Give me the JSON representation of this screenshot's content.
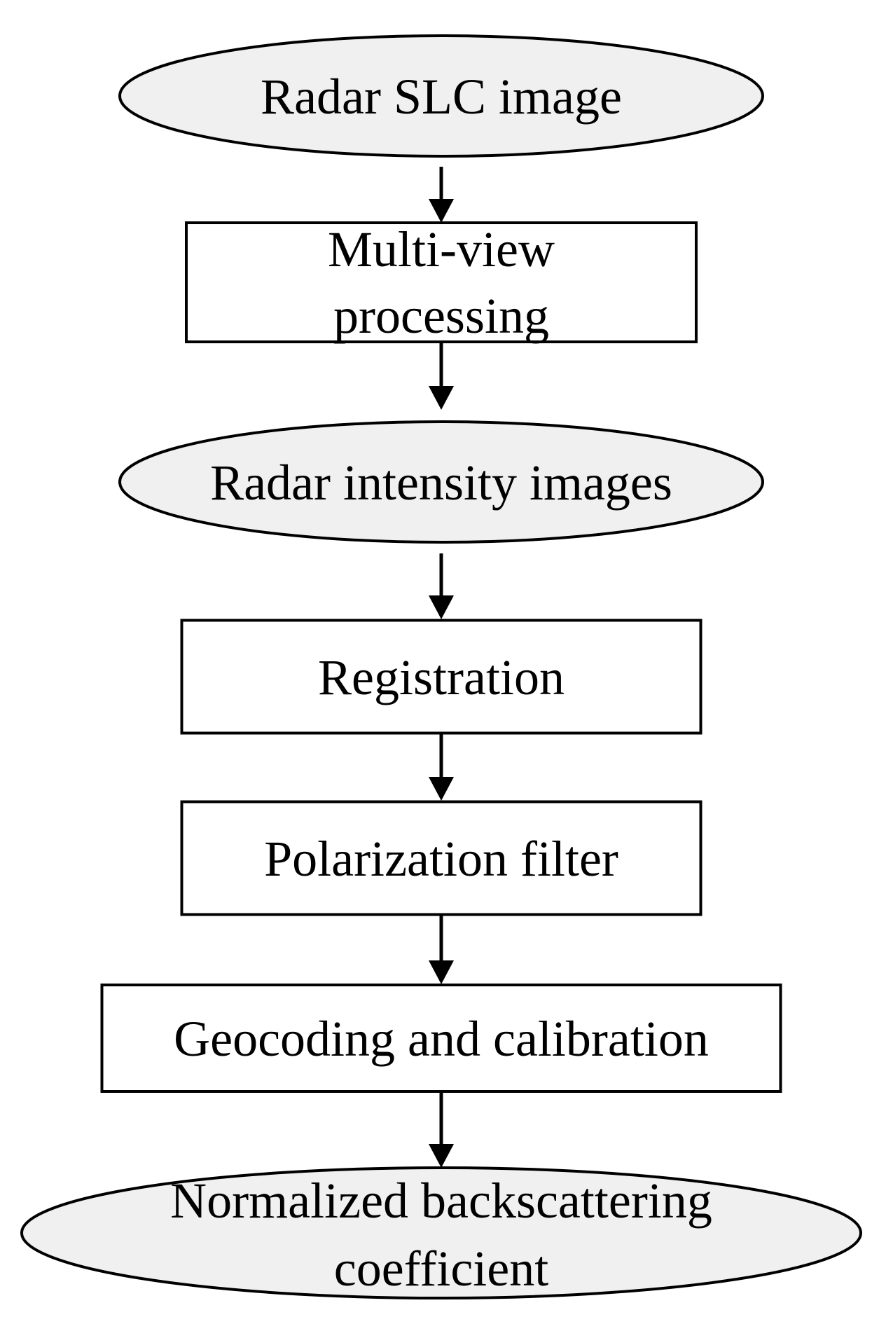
{
  "diagram": {
    "type": "flowchart",
    "direction": "top-to-bottom",
    "colors": {
      "ellipse_fill": "#f0f0f0",
      "rect_fill": "#ffffff",
      "stroke": "#000000",
      "text": "#000000"
    },
    "nodes": [
      {
        "id": "radar-slc-image",
        "shape": "ellipse",
        "lines": [
          "Radar SLC image"
        ]
      },
      {
        "id": "multi-view-processing",
        "shape": "rect",
        "lines": [
          "Multi-view",
          "processing"
        ]
      },
      {
        "id": "radar-intensity-images",
        "shape": "ellipse",
        "lines": [
          "Radar intensity images"
        ]
      },
      {
        "id": "registration",
        "shape": "rect",
        "lines": [
          "Registration"
        ]
      },
      {
        "id": "polarization-filter",
        "shape": "rect",
        "lines": [
          "Polarization filter"
        ]
      },
      {
        "id": "geocoding-and-calibration",
        "shape": "rect",
        "lines": [
          "Geocoding and calibration"
        ]
      },
      {
        "id": "normalized-backscattering-coefficient",
        "shape": "ellipse",
        "lines": [
          "Normalized backscattering",
          "coefficient"
        ]
      }
    ],
    "edges": [
      {
        "from": "radar-slc-image",
        "to": "multi-view-processing"
      },
      {
        "from": "multi-view-processing",
        "to": "radar-intensity-images"
      },
      {
        "from": "radar-intensity-images",
        "to": "registration"
      },
      {
        "from": "registration",
        "to": "polarization-filter"
      },
      {
        "from": "polarization-filter",
        "to": "geocoding-and-calibration"
      },
      {
        "from": "geocoding-and-calibration",
        "to": "normalized-backscattering-coefficient"
      }
    ]
  }
}
